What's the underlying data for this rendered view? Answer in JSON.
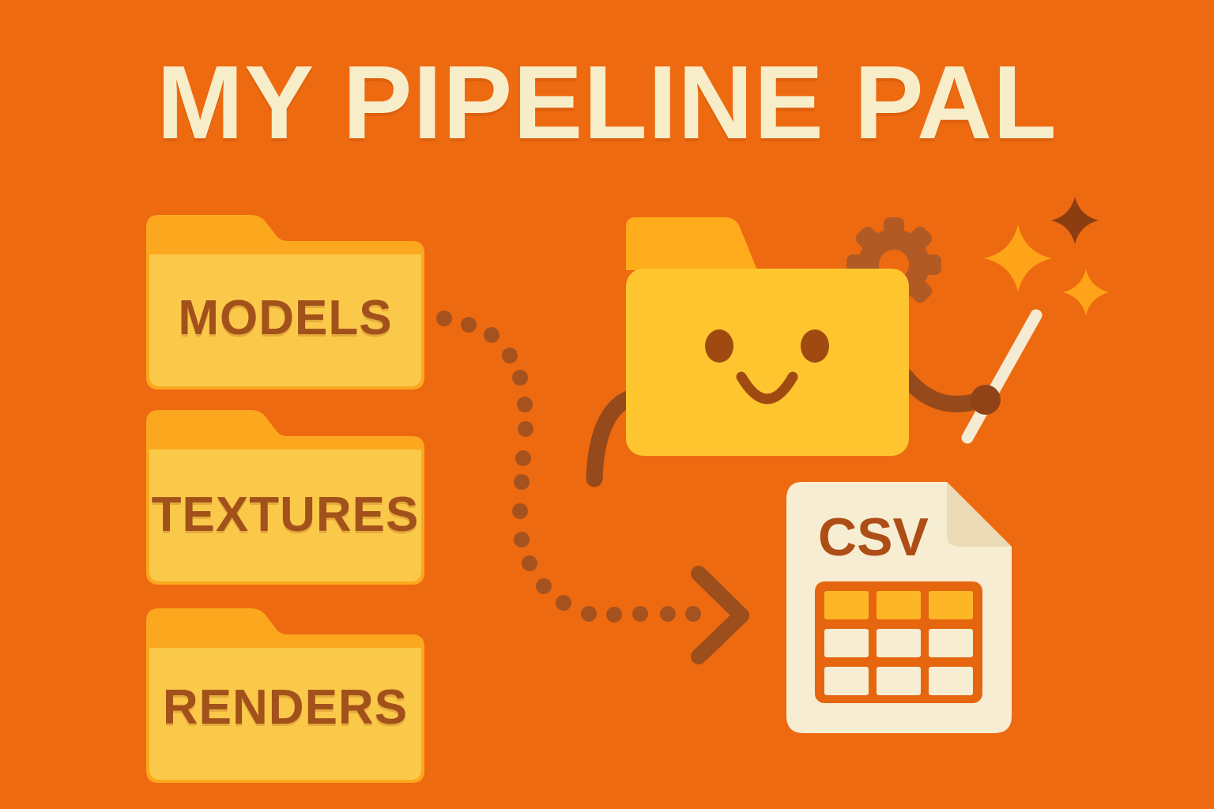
{
  "title": "MY PIPELINE PAL",
  "folders": [
    {
      "label": "MODELS"
    },
    {
      "label": "TEXTURES"
    },
    {
      "label": "RENDERS"
    }
  ],
  "output_file": {
    "label": "CSV"
  },
  "icons": {
    "source_folders": "folder-icon",
    "mascot": "smiling-folder-mascot-icon",
    "gear": "gear-icon",
    "wand": "magic-wand-icon",
    "sparkles": "sparkle-icon",
    "flow": "dotted-arrow-icon",
    "output": "csv-file-icon",
    "table": "table-grid-icon"
  },
  "colors": {
    "background": "#EE6A10",
    "title_text": "#F8EDC9",
    "folder_tab": "#FCA81F",
    "folder_body": "#FBC94A",
    "folder_label_text": "#A2511B",
    "mascot_tab": "#FFAC1C",
    "mascot_body": "#FFC52F",
    "dark_brown": "#A04A12",
    "arm_brown": "#96491B",
    "hand_brown": "#8F4316",
    "gear_brown": "#B25A24",
    "dot_brown": "#A5521F",
    "arrow_brown": "#9C4E1C",
    "sparkle_orange": "#FFA318",
    "sparkle_dark": "#8C3D12",
    "cream": "#F5EBD3",
    "csv_doc": "#F7EDD3",
    "csv_fold": "#EBDBB6",
    "csv_text": "#AD4E16",
    "table_border": "#E5660E",
    "table_header_cell": "#FEB626"
  }
}
